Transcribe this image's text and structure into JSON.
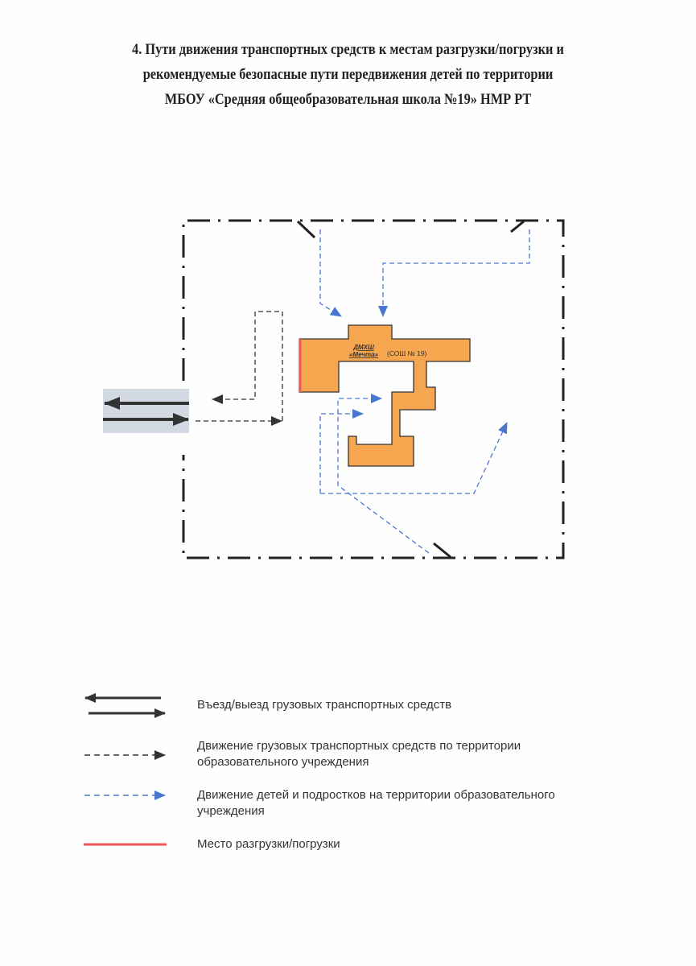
{
  "title": {
    "line1": "4. Пути движения транспортных средств к местам разгрузки/погрузки и",
    "line2": "рекомендуемые безопасные пути передвижения детей по территории",
    "line3": "МБОУ «Средняя общеобразовательная школа №19» НМР РТ"
  },
  "building": {
    "name_line1": "ДМХШ",
    "name_line2": "«Мечта»",
    "school": "(СОШ № 19)"
  },
  "legend": {
    "entry": "Въезд/выезд грузовых транспортных средств",
    "trucks_line1": "Движение грузовых транспортных средств по территории",
    "trucks_line2": "образовательного учреждения",
    "children_line1": "Движение детей и подростков на территории образовательного",
    "children_line2": "учреждения",
    "unloading": "Место разгрузки/погрузки"
  },
  "colors": {
    "building": "#f7a650",
    "children_path": "#4a78d0",
    "truck_path": "#333333",
    "unloading": "#ee5a5a",
    "road": "#d3d9e3"
  }
}
